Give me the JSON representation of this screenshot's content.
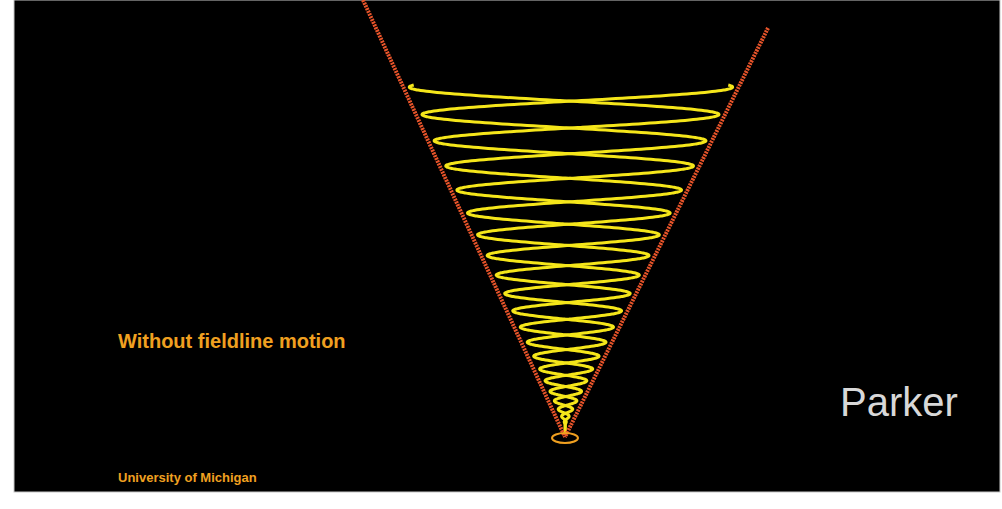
{
  "diagram": {
    "labels": [
      "Without fieldline motion",
      "University of Michigan",
      "Parker"
    ]
  }
}
